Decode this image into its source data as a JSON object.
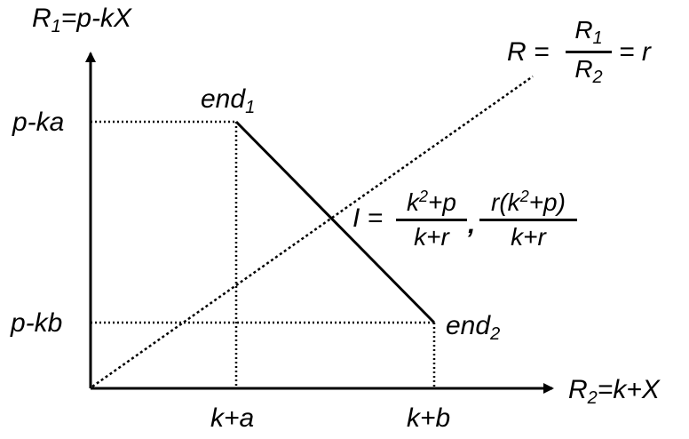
{
  "diagram": {
    "y_axis_label": {
      "main": "R",
      "sub": "1",
      "rest": "=p-kX"
    },
    "x_axis_label": {
      "main": "R",
      "sub": "2",
      "rest": "=k+X"
    },
    "y_ticks": {
      "upper": "p-ka",
      "lower": "p-kb"
    },
    "x_ticks": {
      "left": "k+a",
      "right": "k+b"
    },
    "endpoint_1": {
      "main": "end",
      "sub": "1"
    },
    "endpoint_2": {
      "main": "end",
      "sub": "2"
    },
    "ratio_line_label": {
      "lhs": "R =",
      "num_main": "R",
      "num_sub": "1",
      "den_main": "R",
      "den_sub": "2",
      "rhs": "= r"
    },
    "intersection_label": {
      "lhs": "I =",
      "frac1_num_a": "k",
      "frac1_num_sup": "2",
      "frac1_num_b": "+p",
      "frac1_den": "k+r",
      "comma": ",",
      "frac2_num_a": "r(k",
      "frac2_num_sup": "2",
      "frac2_num_b": "+p)",
      "frac2_den": "k+r"
    }
  }
}
